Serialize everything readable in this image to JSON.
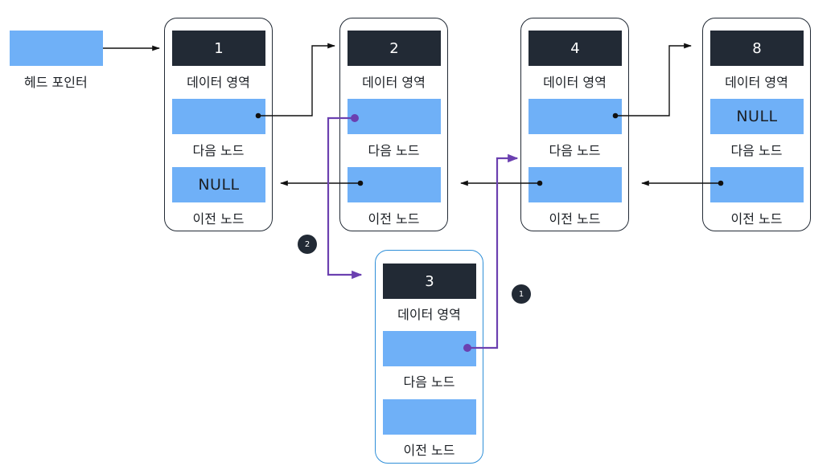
{
  "head_pointer": {
    "label": "헤드 포인터"
  },
  "labels": {
    "data": "데이터 영역",
    "next": "다음 노드",
    "prev": "이전 노드"
  },
  "nodes": [
    {
      "id": "1",
      "next_value": "",
      "prev_value": "NULL"
    },
    {
      "id": "2",
      "next_value": "",
      "prev_value": ""
    },
    {
      "id": "4",
      "next_value": "",
      "prev_value": ""
    },
    {
      "id": "8",
      "next_value": "NULL",
      "prev_value": ""
    }
  ],
  "new_node": {
    "id": "3",
    "next_value": "",
    "prev_value": ""
  },
  "steps": [
    {
      "number": "1"
    },
    {
      "number": "2"
    }
  ],
  "colors": {
    "node_border": "#222a35",
    "new_node_border": "#2f8fd8",
    "field_fill": "#6fb0f7",
    "id_fill": "#222a35",
    "new_link": "#6b40b0",
    "arrow": "#111111"
  }
}
